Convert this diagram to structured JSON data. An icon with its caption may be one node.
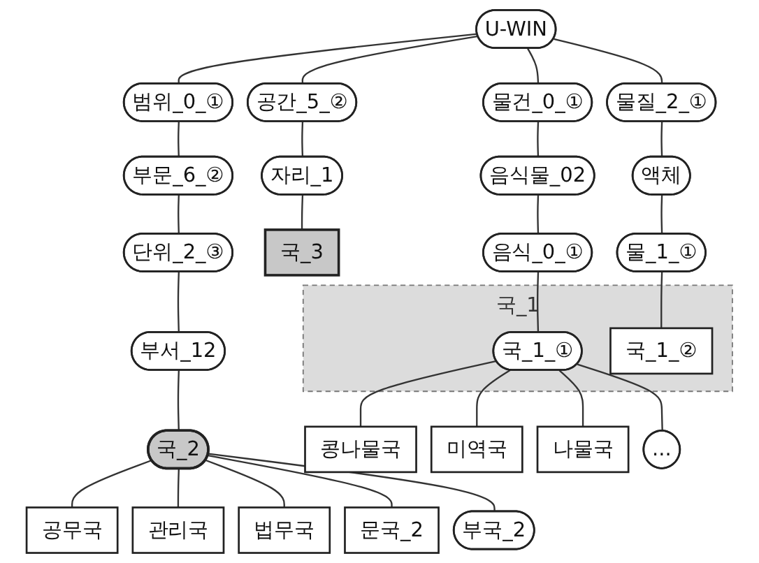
{
  "diagram": {
    "nodes": [
      {
        "text": [
          "U-WIN"
        ]
      },
      {
        "text": [
          "범위_0_①"
        ]
      },
      {
        "text": [
          "공간_5_②"
        ]
      },
      {
        "text": [
          "물질_2_①"
        ]
      },
      {
        "text": [
          "물건_0_①"
        ]
      },
      {
        "text": [
          "부문_6_②"
        ]
      },
      {
        "text": [
          "단위_2_③"
        ]
      },
      {
        "text": [
          "부서_12"
        ]
      },
      {
        "text": [
          "국_2"
        ]
      },
      {
        "text": [
          "공무국"
        ]
      },
      {
        "text": [
          "관리국"
        ]
      },
      {
        "text": [
          "법무국"
        ]
      },
      {
        "text": [
          "문국_2"
        ]
      },
      {
        "text": [
          "부국_2"
        ]
      },
      {
        "text": [
          "자리_1"
        ]
      },
      {
        "text": [
          "국_3"
        ]
      },
      {
        "text": [
          "액체"
        ]
      },
      {
        "text": [
          "물_1_①"
        ]
      },
      {
        "text": [
          "음식물_02"
        ]
      },
      {
        "text": [
          "음식_0_①"
        ]
      },
      {
        "text": [
          "국_1"
        ]
      },
      {
        "text": [
          "국_1_②"
        ],
        "in": 20
      },
      {
        "text": [
          "국_1_①"
        ],
        "in": 20
      },
      {
        "text": [
          "콩나물국"
        ]
      },
      {
        "text": [
          "미역국"
        ]
      },
      {
        "text": [
          "나물국"
        ]
      },
      {
        "text": [
          "..."
        ]
      }
    ],
    "edges": [
      {
        "from": 0,
        "to": 1,
        "arrow": "none"
      },
      {
        "from": 0,
        "to": 2,
        "arrow": "none"
      },
      {
        "from": 0,
        "to": 3,
        "arrow": "none"
      },
      {
        "from": 0,
        "to": 4,
        "arrow": "none"
      },
      {
        "from": 1,
        "to": 5,
        "arrow": "none"
      },
      {
        "from": 5,
        "to": 6,
        "arrow": "none"
      },
      {
        "from": 6,
        "to": 7,
        "arrow": "none"
      },
      {
        "from": 7,
        "to": 8,
        "arrow": "none"
      },
      {
        "from": 8,
        "to": 9,
        "arrow": "none"
      },
      {
        "from": 8,
        "to": 10,
        "arrow": "none"
      },
      {
        "from": 8,
        "to": 11,
        "arrow": "none"
      },
      {
        "from": 8,
        "to": 12,
        "arrow": "none"
      },
      {
        "from": 8,
        "to": 13,
        "arrow": "none"
      },
      {
        "from": 2,
        "to": 14,
        "arrow": "none"
      },
      {
        "from": 14,
        "to": 15,
        "arrow": "none"
      },
      {
        "from": 3,
        "to": 16,
        "arrow": "none"
      },
      {
        "from": 16,
        "to": 17,
        "arrow": "none"
      },
      {
        "from": 17,
        "to": 21,
        "arrow": "none"
      },
      {
        "from": 4,
        "to": 18,
        "arrow": "none"
      },
      {
        "from": 18,
        "to": 19,
        "arrow": "none"
      },
      {
        "from": 19,
        "to": 22,
        "arrow": "none"
      },
      {
        "from": 22,
        "to": 23,
        "arrow": "none"
      },
      {
        "from": 22,
        "to": 24,
        "arrow": "none"
      },
      {
        "from": 22,
        "to": 25,
        "arrow": "none"
      },
      {
        "from": 22,
        "to": 26,
        "arrow": "none"
      }
    ]
  }
}
